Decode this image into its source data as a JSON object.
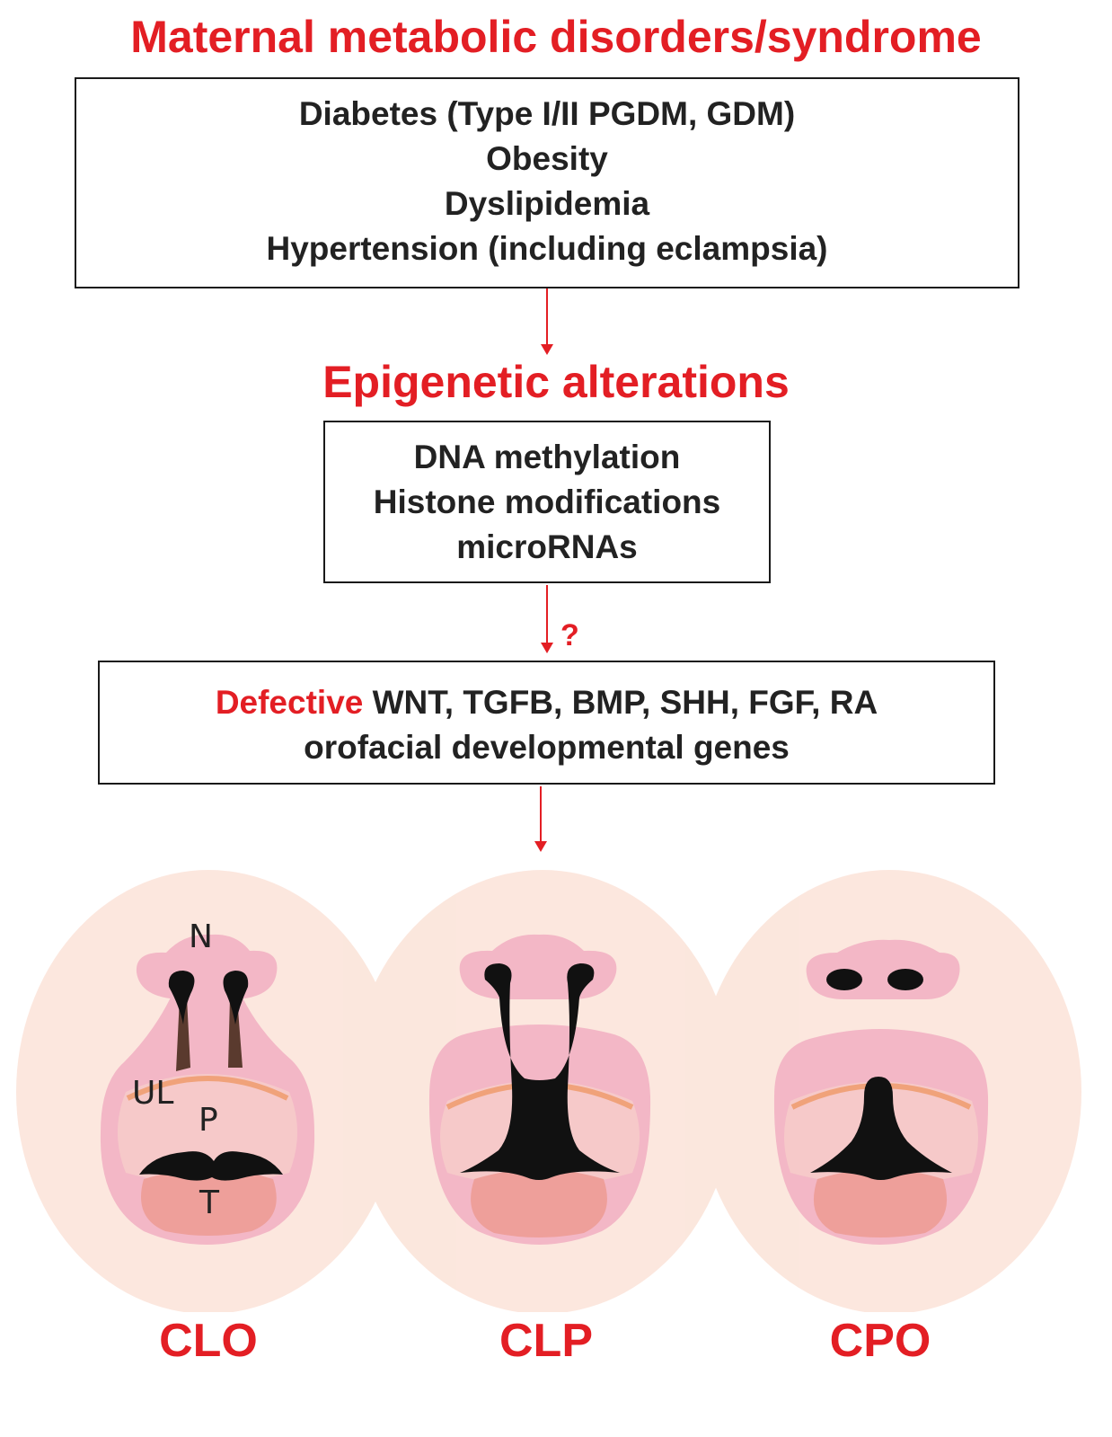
{
  "title_top": "Maternal metabolic disorders/syndrome",
  "disorders": [
    "Diabetes (Type I/II PGDM, GDM)",
    "Obesity",
    "Dyslipidemia",
    "Hypertension (including eclampsia)"
  ],
  "title_mid": "Epigenetic alterations",
  "epigenetic": [
    "DNA methylation",
    "Histone modifications",
    "microRNAs"
  ],
  "question_mark": "?",
  "genes": {
    "defective_word": "Defective",
    "gene_list": "WNT, TGFB, BMP, SHH, FGF, RA",
    "line2": "orofacial developmental genes"
  },
  "anatomy_labels": {
    "nose": "N",
    "upper_lip": "UL",
    "palate": "P",
    "tongue": "T"
  },
  "cleft_types": [
    "CLO",
    "CLP",
    "CPO"
  ],
  "colors": {
    "accent_red": "#e31e24",
    "circle_fill": "#fbe3d8",
    "lip_pink": "#f3b7c6",
    "palate_pink": "#f6c9c9",
    "tongue": "#ee9f9a",
    "gum_line": "#f0a27a",
    "cleft_black": "#111111"
  }
}
